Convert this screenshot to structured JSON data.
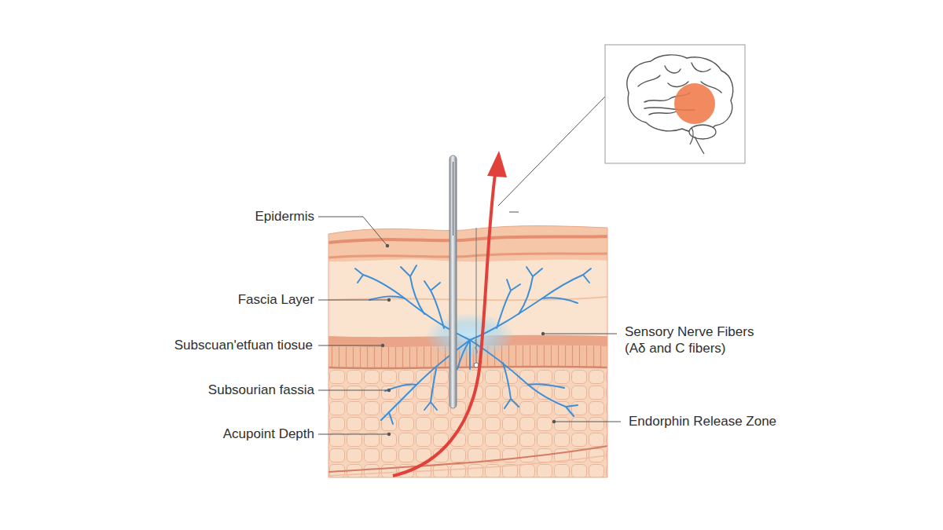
{
  "diagram": {
    "labels": [
      "Epidermis",
      "Fascia Layer",
      "Subscuan'etfuan tiosue",
      "Subsourian fassia",
      "Acupoint Depth",
      "Sensory Nerve Fibers (Aδ and C fibers)",
      "Endorphin Release Zone"
    ]
  }
}
